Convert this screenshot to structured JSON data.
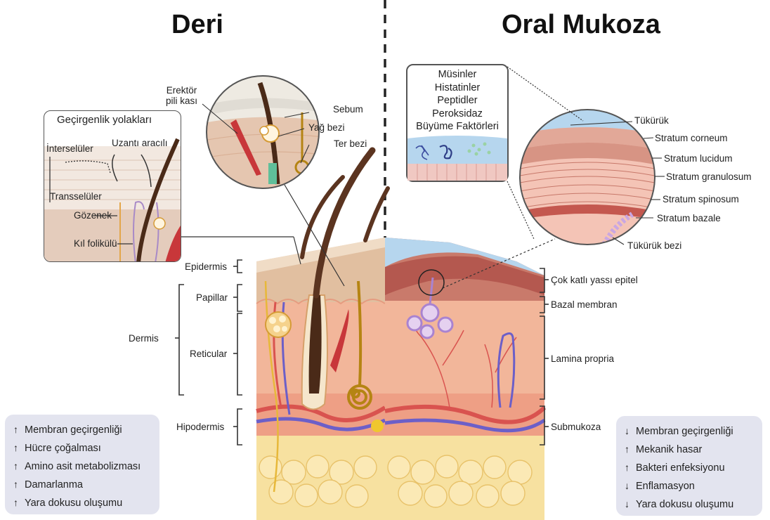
{
  "titles": {
    "left": "Deri",
    "right": "Oral Mukoza"
  },
  "permeability_panel": {
    "title": "Geçirgenlik yolakları",
    "labels": {
      "intercellular": "İnterselüler",
      "appendage": "Uzantı aracılı",
      "transcellular": "Transselüler",
      "pore": "Gözenek",
      "follicle": "Kıl folikülü"
    }
  },
  "hair_inset_labels": {
    "arrector": "Erektör\npili kası",
    "sebum": "Sebum",
    "sebaceous": "Yağ bezi",
    "sweat": "Ter bezi"
  },
  "mucin_box": {
    "lines": [
      "Müsinler",
      "Histatinler",
      "Peptidler",
      "Peroksidaz",
      "Büyüme Faktörleri"
    ]
  },
  "oral_inset_labels": [
    "Tükürük",
    "Stratum corneum",
    "Stratum lucidum",
    "Stratum granulosum",
    "Stratum spinosum",
    "Stratum bazale",
    "Tükürük bezi"
  ],
  "skin_layers": {
    "epidermis": "Epidermis",
    "dermis": "Dermis",
    "papillary": "Papillar",
    "reticular": "Reticular",
    "hypodermis": "Hipodermis"
  },
  "mucosa_layers": {
    "epithelium": "Çok katlı yassı epitel",
    "basal_membrane": "Bazal membran",
    "lamina_propria": "Lamina propria",
    "submucosa": "Submukoza"
  },
  "skin_effects": [
    {
      "arrow": "↑",
      "text": "Membran geçirgenliği"
    },
    {
      "arrow": "↑",
      "text": "Hücre çoğalması"
    },
    {
      "arrow": "↑",
      "text": "Amino asit metabolizması"
    },
    {
      "arrow": "↑",
      "text": "Damarlanma"
    },
    {
      "arrow": "↑",
      "text": "Yara dokusu oluşumu"
    }
  ],
  "mucosa_effects": [
    {
      "arrow": "↓",
      "text": "Membran geçirgenliği"
    },
    {
      "arrow": "↑",
      "text": "Mekanik hasar"
    },
    {
      "arrow": "↑",
      "text": "Bakteri enfeksiyonu"
    },
    {
      "arrow": "↓",
      "text": "Enflamasyon"
    },
    {
      "arrow": "↓",
      "text": "Yara dokusu oluşumu"
    }
  ],
  "colors": {
    "epidermis": "#e8ccb0",
    "dermis": "#f1b89c",
    "hypodermis_fat": "#f8e3a4",
    "mucosa_epithelium": "#c9786a",
    "saliva": "#b6d6ee",
    "info_box": "#e3e4ef",
    "hair": "#5b3420",
    "vein": "#6c5fc8",
    "artery": "#d9534f",
    "nerve": "#e7b83a"
  }
}
